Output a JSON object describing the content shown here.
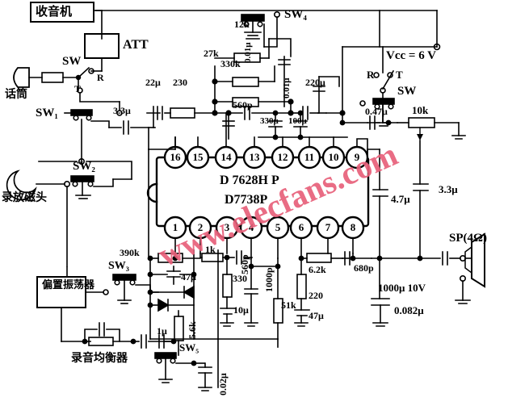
{
  "diagram": {
    "title": "D7628HP / D7738P tape recorder amplifier schematic",
    "ic": {
      "label_line1": "D 7628H P",
      "label_line2": "D7738P",
      "pins_top": [
        "16",
        "15",
        "14",
        "13",
        "12",
        "11",
        "10",
        "9"
      ],
      "pins_bottom": [
        "1",
        "2",
        "3",
        "4",
        "5",
        "6",
        "7",
        "8"
      ]
    },
    "watermark": "www.elecfans.com",
    "watermark_color": "#e8607a",
    "blocks": [
      {
        "id": "radio",
        "label": "收音机"
      },
      {
        "id": "att",
        "label": "ATT"
      },
      {
        "id": "bias-oscillator",
        "label": "偏置振荡器"
      },
      {
        "id": "record-equalizer",
        "label": "录音均衡器"
      }
    ],
    "devices": [
      {
        "id": "microphone",
        "label": "话筒"
      },
      {
        "id": "record-playback-head",
        "label": "录放磁头"
      },
      {
        "id": "speaker",
        "label": "SP(4Ω)"
      }
    ],
    "switches": [
      {
        "id": "sw",
        "label": "SW",
        "poles": [
          "T",
          "R"
        ]
      },
      {
        "id": "sw1",
        "label": "SW₁"
      },
      {
        "id": "sw2",
        "label": "SW₂"
      },
      {
        "id": "sw3",
        "label": "SW₃"
      },
      {
        "id": "sw4",
        "label": "SW₄"
      },
      {
        "id": "sw5",
        "label": "SW₅"
      },
      {
        "id": "sw-power",
        "label": "SW",
        "poles": [
          "R",
          "T"
        ]
      }
    ],
    "power": {
      "label": "Vcc = 6 V"
    },
    "components": [
      {
        "id": "c-22u",
        "value": "22μ"
      },
      {
        "id": "r-230",
        "value": "230"
      },
      {
        "id": "r-12k",
        "value": "12k"
      },
      {
        "id": "r-27k",
        "value": "27k"
      },
      {
        "id": "r-330k",
        "value": "330k"
      },
      {
        "id": "c-001u-a",
        "value": "0.01μ"
      },
      {
        "id": "c-001u-b",
        "value": "0.01μ"
      },
      {
        "id": "c-560p-a",
        "value": "560p"
      },
      {
        "id": "c-220u",
        "value": "220μ"
      },
      {
        "id": "c-330u",
        "value": "330μ"
      },
      {
        "id": "c-100u",
        "value": "100μ"
      },
      {
        "id": "c-047u",
        "value": "0.47μ"
      },
      {
        "id": "r-10k",
        "value": "10k"
      },
      {
        "id": "c-47u-r",
        "value": "4.7μ"
      },
      {
        "id": "c-33u-r",
        "value": "3.3μ"
      },
      {
        "id": "c-33u-l",
        "value": "3.3μ"
      },
      {
        "id": "r-390k",
        "value": "390k"
      },
      {
        "id": "c-47u",
        "value": "47μ"
      },
      {
        "id": "r-56k",
        "value": "5.6k"
      },
      {
        "id": "c-1u",
        "value": "1μ"
      },
      {
        "id": "c-002u",
        "value": "0.02μ"
      },
      {
        "id": "r-1k",
        "value": "1k"
      },
      {
        "id": "c-560p-b",
        "value": "560p"
      },
      {
        "id": "r-330",
        "value": "330"
      },
      {
        "id": "c-10u",
        "value": "10μ"
      },
      {
        "id": "c-1000p",
        "value": "1000p"
      },
      {
        "id": "r-51k",
        "value": "51k"
      },
      {
        "id": "r-62k",
        "value": "6.2k"
      },
      {
        "id": "r-220",
        "value": "220"
      },
      {
        "id": "c-47u-b",
        "value": "47μ"
      },
      {
        "id": "c-680p",
        "value": "680p"
      },
      {
        "id": "c-1000u",
        "value": "1000μ 10V"
      },
      {
        "id": "c-0082u",
        "value": "0.082μ"
      }
    ]
  }
}
